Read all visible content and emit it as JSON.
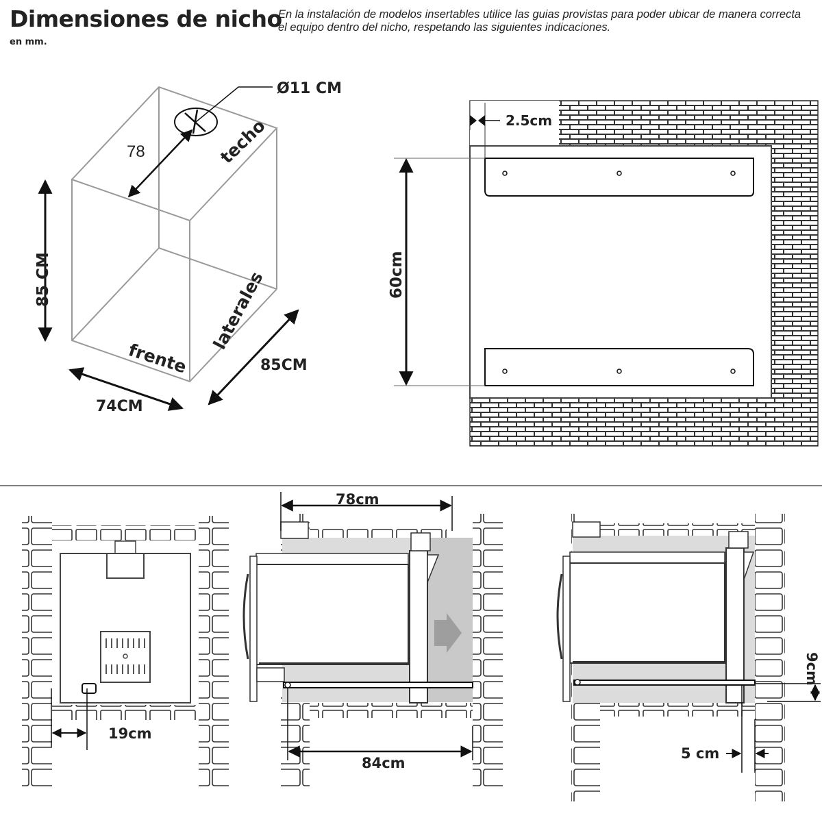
{
  "header": {
    "title": "Dimensiones de nicho",
    "subtitle": "en mm.",
    "instructions": "En la instalación de modelos insertables utilice las guias provistas para poder ubicar de manera correcta el equipo dentro del nicho, respetando las siguientes indicaciones."
  },
  "niche_box": {
    "pipe_diameter": "Ø11 CM",
    "depth_to_pipe": "78",
    "height": "85 CM",
    "width": "74CM",
    "depth": "85CM",
    "face_top": "techo",
    "face_side": "laterales",
    "face_front": "frente"
  },
  "front_wall": {
    "rail_offset": "2.5cm",
    "rail_spacing": "60cm"
  },
  "bottom_views": {
    "back_offset": "19cm",
    "top_length": "78cm",
    "rail_length": "84cm",
    "rail_height": "9cm",
    "side_offset": "5 cm"
  }
}
